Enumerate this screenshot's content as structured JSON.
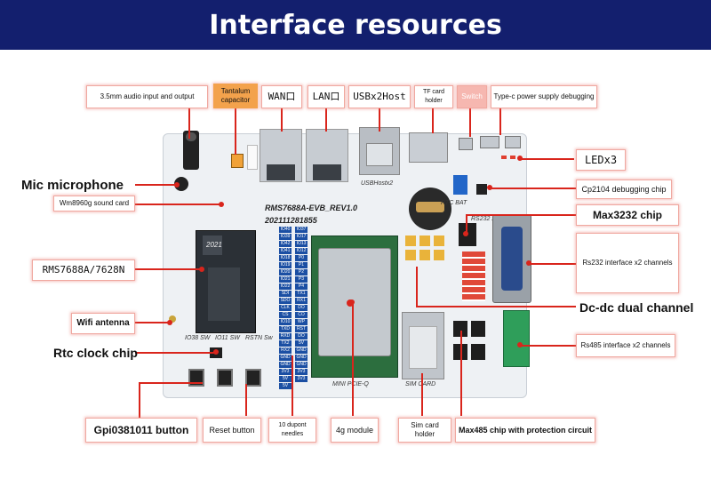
{
  "title": "Interface resources",
  "labels": {
    "audio": "3.5mm audio input and output",
    "tantalum": "Tantalum capacitor",
    "wan": "WAN口",
    "lan": "LAN口",
    "usb": "USBx2Host",
    "tf": "TF card holder",
    "switch": "Switch",
    "typec": "Type-c power supply debugging",
    "led": "LEDx3",
    "mic": "Mic microphone",
    "wm8960": "Wm8960g sound card",
    "cp2104": "Cp2104 debugging chip",
    "max3232": "Max3232 chip",
    "rms": "RMS7688A/7628N",
    "rs232": "Rs232 interface x2 channels",
    "wifi": "Wifi antenna",
    "dcdc": "Dc-dc dual channel",
    "rtc": "Rtc clock chip",
    "rs485": "Rs485 interface x2 channels",
    "gpio_button": "Gpi0381011 button",
    "reset": "Reset button",
    "dupont": "10 dupont needles",
    "module4g": "4g module",
    "sim": "Sim card holder",
    "max485": "Max485 chip with protection circuit"
  },
  "board": {
    "model": "RMS7688A-EVB_REV1.0",
    "serial": "202111281855",
    "chip_mark": "2021",
    "silk_usb": "USBHostx2",
    "silk_rtc": "RTC BAT",
    "silk_rs232": "RS232 x2",
    "silk_minipcie": "MINI PCIE-Q",
    "silk_sim": "SIM CARD",
    "silk_sw1": "IO38 SW",
    "silk_sw2": "IO11 SW",
    "silk_sw3": "RSTN Sw",
    "pins_left": [
      "IO40",
      "IO39",
      "IO42",
      "IO41",
      "IO18",
      "IO19",
      "IO20",
      "IO21",
      "IO22",
      "SDI",
      "SDO",
      "CLK",
      "CS",
      "IO10",
      "TXD",
      "RXD",
      "TX2",
      "RX2",
      "GND",
      "GND",
      "3V3",
      "5V",
      "5V"
    ],
    "pins_right": [
      "IO37",
      "IO17",
      "IO13",
      "IO12",
      "P0",
      "P1",
      "P2",
      "P3",
      "P4",
      "TX1",
      "RX1",
      "DO",
      "CO",
      "WP",
      "RST",
      "DO",
      "5V",
      "GND",
      "GND",
      "GND",
      "3V3",
      "3V3"
    ]
  },
  "colors": {
    "banner": "#131f6e",
    "pointer": "#d9251c",
    "label_border": "#f0a8a0",
    "header_blue": "#1b4fa3",
    "terminal_green": "#2f9e5a"
  }
}
